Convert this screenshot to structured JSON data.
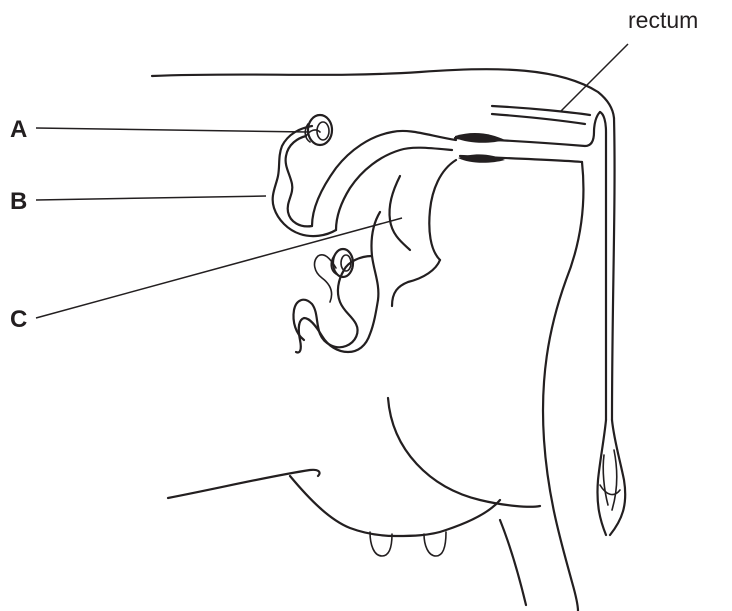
{
  "labels": {
    "a": "A",
    "b": "B",
    "c": "C",
    "rectum": "rectum"
  },
  "colors": {
    "ink": "#231f20",
    "background": "#ffffff"
  }
}
